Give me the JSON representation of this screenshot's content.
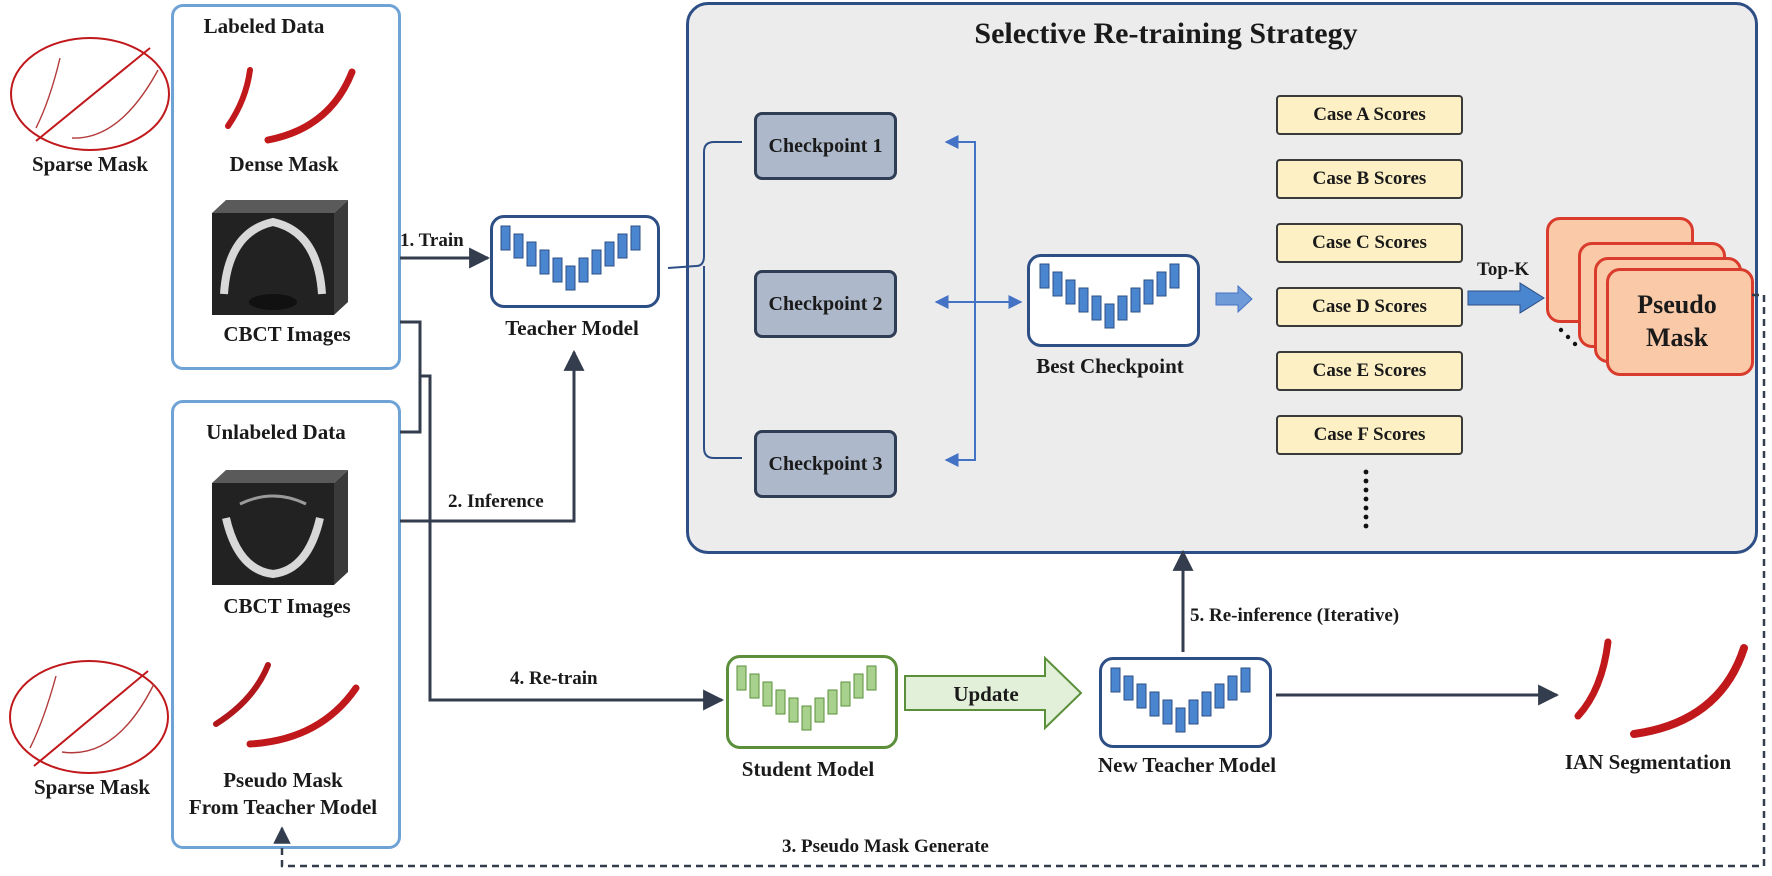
{
  "title": "Selective Re-training Strategy",
  "labeled": {
    "heading": "Labeled Data",
    "dense_mask": "Dense Mask",
    "images": "CBCT Images"
  },
  "unlabeled": {
    "heading": "Unlabeled Data",
    "images": "CBCT Images",
    "pseudo_line1": "Pseudo Mask",
    "pseudo_line2": "From Teacher Model"
  },
  "sparse_mask_top": "Sparse Mask",
  "sparse_mask_bottom": "Sparse Mask",
  "teacher_model": "Teacher Model",
  "student_model": "Student Model",
  "new_teacher_model": "New Teacher Model",
  "best_checkpoint": "Best Checkpoint",
  "ian_segmentation": "IAN Segmentation",
  "checkpoints": [
    "Checkpoint 1",
    "Checkpoint 2",
    "Checkpoint 3"
  ],
  "scores": [
    "Case A Scores",
    "Case B Scores",
    "Case C Scores",
    "Case D Scores",
    "Case E Scores",
    "Case F Scores"
  ],
  "steps": {
    "train": "1. Train",
    "inference": "2. Inference",
    "pseudo_generate": "3. Pseudo Mask Generate",
    "retrain": "4. Re-train",
    "reinference": "5. Re-inference (Iterative)"
  },
  "top_k": "Top-K",
  "update": "Update",
  "pseudo_mask_line1": "Pseudo",
  "pseudo_mask_line2": "Mask",
  "colors": {
    "panel_border": "#6fa3d6",
    "strategy_border": "#2d4f86",
    "checkpoint_fill": "#adb9ca",
    "score_fill": "#fdf0c4",
    "pseudo_fill": "#f9c9a8",
    "pseudo_border": "#d93b2c",
    "unet_blue": "#4a86cf",
    "unet_green": "#a9d18e",
    "mask_red": "#c0181b",
    "update_arrow": "#e2f0d9"
  }
}
